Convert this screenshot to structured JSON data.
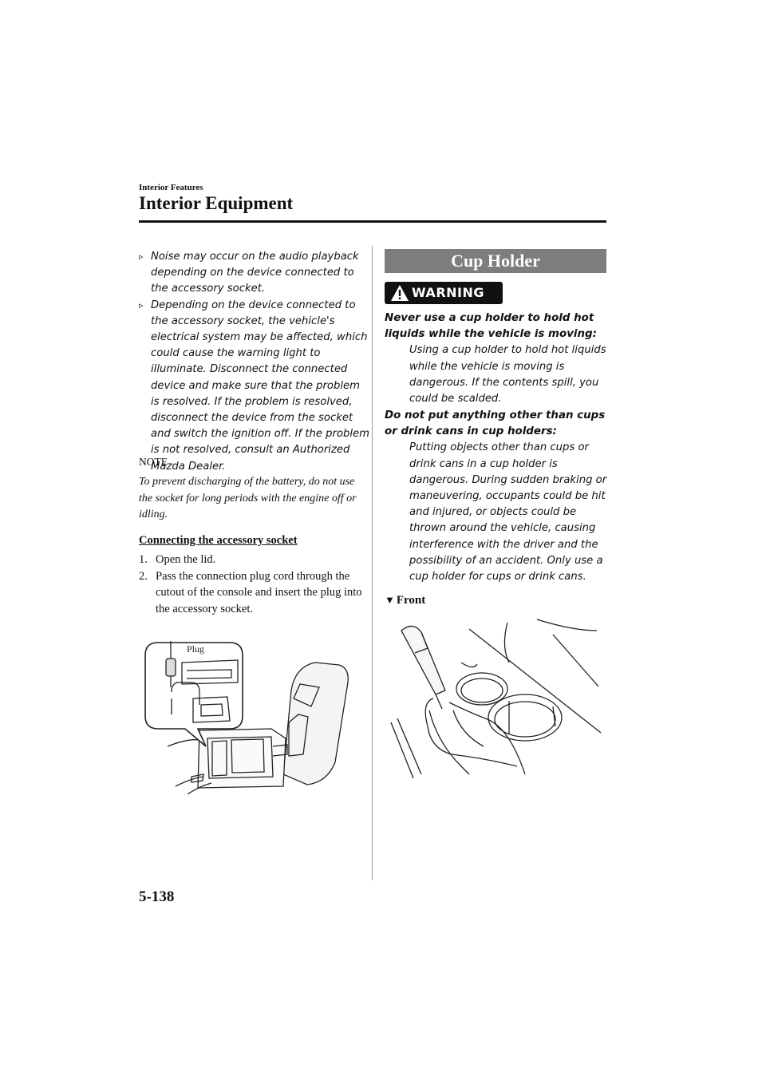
{
  "header": {
    "section": "Interior Features",
    "title": "Interior Equipment"
  },
  "left": {
    "bullets": [
      "Noise may occur on the audio playback depending on the device connected to the accessory socket.",
      "Depending on the device connected to the accessory socket, the vehicle's electrical system may be affected, which could cause the warning light to illuminate. Disconnect the connected device and make sure that the problem is resolved. If the problem is resolved, disconnect the device from the socket and switch the ignition off. If the problem is not resolved, consult an Authorized Mazda Dealer."
    ],
    "note_label": "NOTE",
    "note_text": "To prevent discharging of the battery, do not use the socket for long periods with the engine off or idling.",
    "subheading": "Connecting the accessory socket",
    "steps": [
      {
        "num": "1.",
        "text": "Open the lid."
      },
      {
        "num": "2.",
        "text": "Pass the connection plug cord through the cutout of the console and insert the plug into the accessory socket."
      }
    ],
    "figure_label": "Plug"
  },
  "right": {
    "banner": "Cup Holder",
    "warning_label": "WARNING",
    "warnings": [
      {
        "head": "Never use a cup holder to hold hot liquids while the vehicle is moving:",
        "body": "Using a cup holder to hold hot liquids while the vehicle is moving is dangerous. If the contents spill, you could be scalded."
      },
      {
        "head": "Do not put anything other than cups or drink cans in cup holders:",
        "body": "Putting objects other than cups or drink cans in a cup holder is dangerous. During sudden braking or maneuvering, occupants could be hit and injured, or objects could be thrown around the vehicle, causing interference with the driver and the possibility of an accident. Only use a cup holder for cups or drink cans."
      }
    ],
    "front_label": "Front"
  },
  "footer": {
    "page_number": "5-138"
  },
  "colors": {
    "banner_bg": "#7d7d7d",
    "warning_bg": "#111111",
    "text": "#111111"
  },
  "icons": {
    "bullet": "chevron-right-icon",
    "warning": "warning-triangle-icon",
    "front": "triangle-down-icon"
  }
}
